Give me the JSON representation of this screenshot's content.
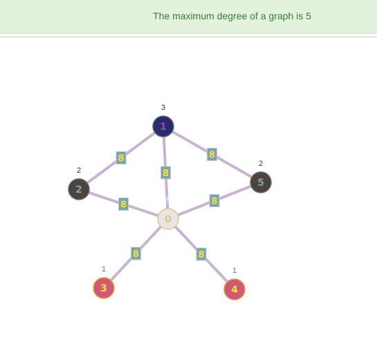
{
  "banner": {
    "text": "The maximum degree of a graph is 5"
  },
  "graph": {
    "nodes": [
      {
        "id": "1",
        "label": "1",
        "degree": "3",
        "fill": "#2a2a6e",
        "text_color": "#9a4ea0",
        "degree_color": "#333333"
      },
      {
        "id": "2",
        "label": "2",
        "degree": "2",
        "fill": "#4a433f",
        "text_color": "#7fa3a7",
        "degree_color": "#333333"
      },
      {
        "id": "5",
        "label": "5",
        "degree": "2",
        "fill": "#4a433f",
        "text_color": "#7fa3a7",
        "degree_color": "#333333"
      },
      {
        "id": "0",
        "label": "0",
        "degree": "5",
        "fill": "#e8e4e0",
        "text_color": "#d8c88a",
        "degree_color": "#ffffff"
      },
      {
        "id": "3",
        "label": "3",
        "degree": "1",
        "fill": "#cf5a73",
        "text_color": "#f3e049",
        "degree_color": "#c0506a"
      },
      {
        "id": "4",
        "label": "4",
        "degree": "1",
        "fill": "#cf5a73",
        "text_color": "#f3e049",
        "degree_color": "#c0506a"
      }
    ],
    "edges": [
      {
        "from": "1",
        "to": "2",
        "weight": "8"
      },
      {
        "from": "1",
        "to": "0",
        "weight": "8"
      },
      {
        "from": "1",
        "to": "5",
        "weight": "8"
      },
      {
        "from": "2",
        "to": "0",
        "weight": "8"
      },
      {
        "from": "5",
        "to": "0",
        "weight": "8"
      },
      {
        "from": "0",
        "to": "3",
        "weight": "8"
      },
      {
        "from": "0",
        "to": "4",
        "weight": "8"
      }
    ]
  }
}
